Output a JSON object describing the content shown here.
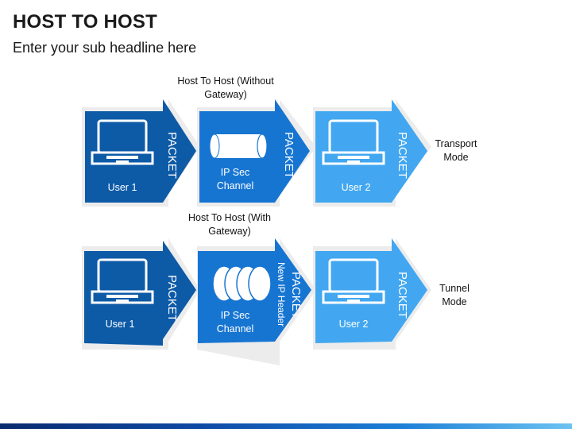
{
  "header": {
    "title": "HOST TO HOST",
    "subtitle": "Enter your sub headline here"
  },
  "colors": {
    "dark": "#0d5aa7",
    "mid": "#1775d2",
    "light": "#42a7f0",
    "shadow": "#e6e6e6"
  },
  "rows": [
    {
      "heading": "Host To Host (Without Gateway)",
      "heading_lines": [
        "Host To Host (Without",
        "Gateway)"
      ],
      "mode_lines": [
        "Transport",
        "Mode"
      ],
      "cells": [
        {
          "label": "User 1",
          "icon": "laptop-icon",
          "side": "PACKET",
          "side2": ""
        },
        {
          "label_lines": [
            "IP Sec",
            "Channel"
          ],
          "icon": "cylinder-icon",
          "side": "PACKET",
          "side2": ""
        },
        {
          "label": "User 2",
          "icon": "laptop-icon",
          "side": "PACKET",
          "side2": ""
        }
      ]
    },
    {
      "heading": "Host To Host (With Gateway)",
      "heading_lines": [
        "Host To Host (With",
        "Gateway)"
      ],
      "mode_lines": [
        "Tunnel",
        "Mode"
      ],
      "cells": [
        {
          "label": "User 1",
          "icon": "laptop-icon",
          "side": "PACKET",
          "side2": ""
        },
        {
          "label_lines": [
            "IP Sec",
            "Channel"
          ],
          "icon": "multi-cylinder-icon",
          "side": "PACKET",
          "side2": "New IP Header"
        },
        {
          "label": "User 2",
          "icon": "laptop-icon",
          "side": "PACKET",
          "side2": ""
        }
      ]
    }
  ]
}
